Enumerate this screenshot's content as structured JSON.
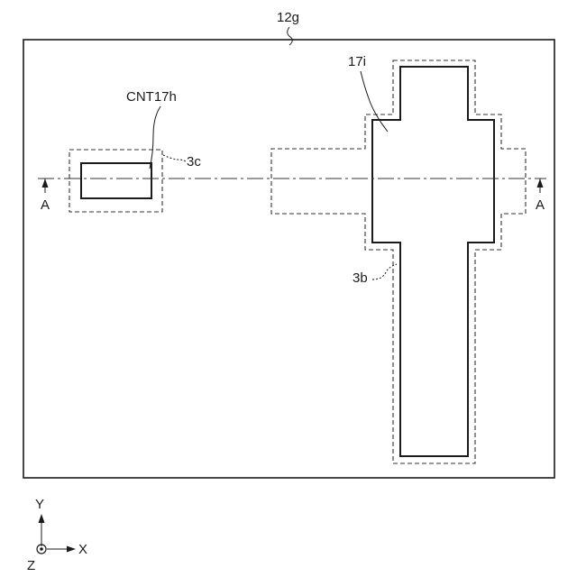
{
  "labels": {
    "substrate": "12g",
    "contact_left": "CNT17h",
    "contact_right": "17i",
    "region_left": "3c",
    "region_right": "3b",
    "section_left": "A",
    "section_right": "A"
  },
  "axes": {
    "y": "Y",
    "x": "X",
    "z": "Z"
  }
}
